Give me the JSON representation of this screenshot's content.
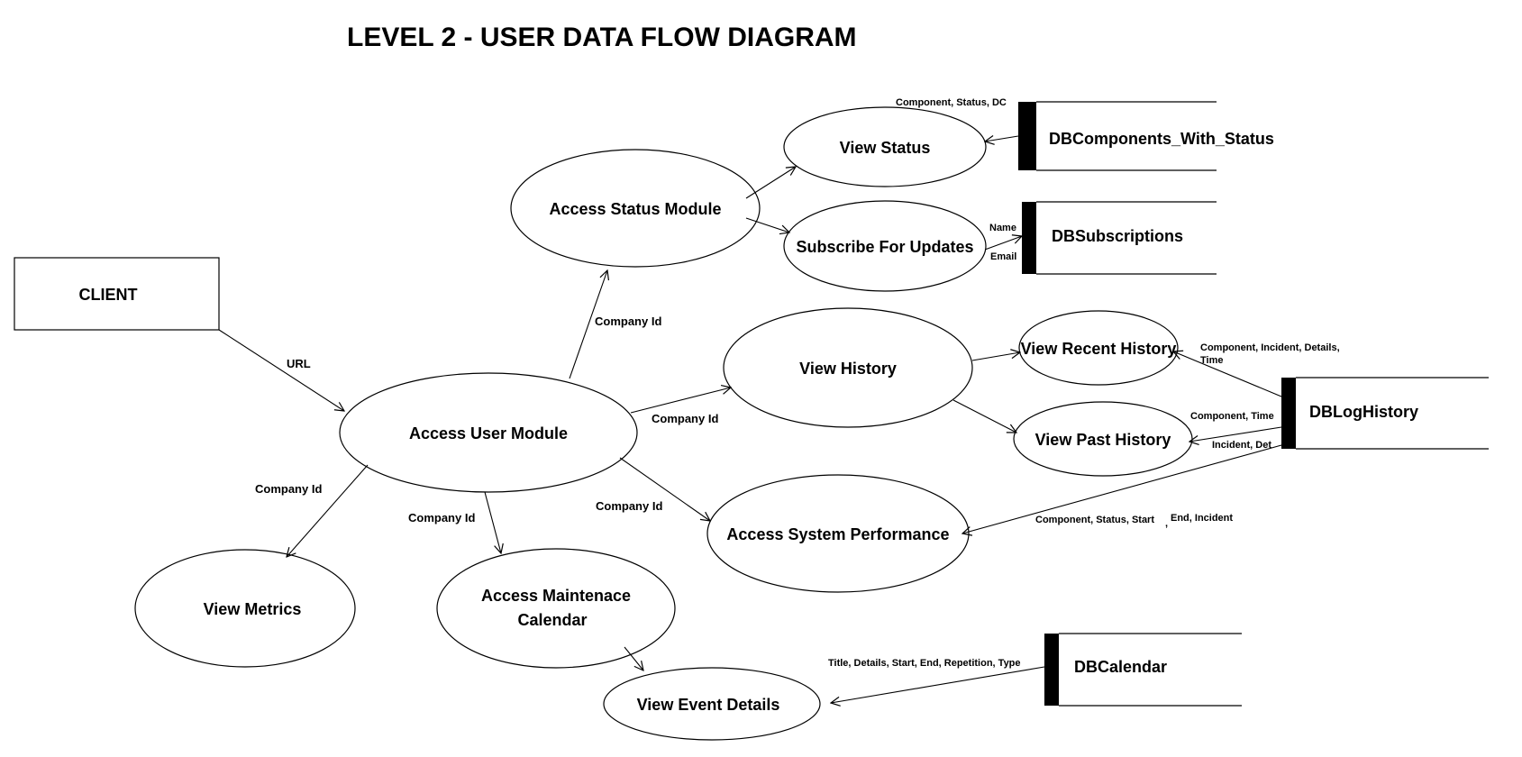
{
  "title": "LEVEL 2 - USER DATA FLOW DIAGRAM",
  "entity": {
    "client": "CLIENT"
  },
  "processes": {
    "access_user_module": "Access User Module",
    "access_status_module": "Access Status Module",
    "view_status": "View Status",
    "subscribe_for_updates": "Subscribe For Updates",
    "view_history": "View History",
    "view_recent_history": "View Recent History",
    "view_past_history": "View Past History",
    "access_system_performance": "Access System Performance",
    "view_metrics": "View Metrics",
    "access_maintenance_calendar_line1": "Access Maintenace",
    "access_maintenance_calendar_line2": "Calendar",
    "view_event_details": "View Event Details"
  },
  "stores": {
    "components_with_status": "DBComponents_With_Status",
    "subscriptions": "DBSubscriptions",
    "log_history": "DBLogHistory",
    "calendar": "DBCalendar"
  },
  "flows": {
    "url": "URL",
    "company_id": "Company Id",
    "component_status_dc": "Component, Status, DC",
    "name": "Name",
    "email": "Email",
    "recent_history_line1": "Component, Incident, Details,",
    "recent_history_line2": "Time",
    "past_history_line1": "Component, Time",
    "past_history_line2": "Incident, Det",
    "performance_part1": "Component, Status, Start",
    "performance_comma": ",",
    "performance_part2": "End, Incident",
    "calendar_fields": "Title, Details, Start, End, Repetition, Type"
  }
}
